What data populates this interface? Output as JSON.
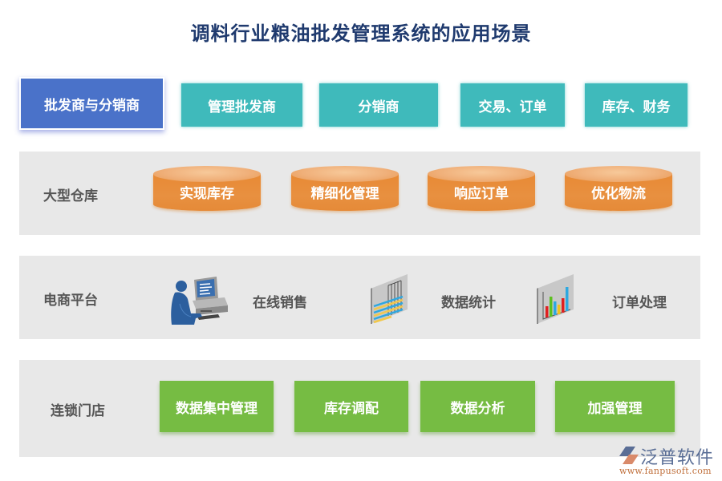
{
  "title": "调料行业粮油批发管理系统的应用场景",
  "top_row": {
    "primary": "批发商与分销商",
    "tabs": [
      "管理批发商",
      "分销商",
      "交易、订单",
      "库存、财务"
    ]
  },
  "warehouse_row": {
    "label": "大型仓库",
    "items": [
      "实现库存",
      "精细化管理",
      "响应订单",
      "优化物流"
    ]
  },
  "ecommerce_row": {
    "label": "电商平台",
    "items": [
      {
        "icon": "person-computer-icon",
        "text": "在线销售"
      },
      {
        "icon": "data-grid-icon",
        "text": "数据统计"
      },
      {
        "icon": "bar-chart-icon",
        "text": "订单处理"
      }
    ]
  },
  "chain_row": {
    "label": "连锁门店",
    "items": [
      "数据集中管理",
      "库存调配",
      "数据分析",
      "加强管理"
    ]
  },
  "colors": {
    "title": "#1f3a6e",
    "primary_tab": "#4a72c9",
    "teal_tab": "#3fbabb",
    "cylinder": "#e88a35",
    "green_box": "#76bc43",
    "panel_bg": "#e8e8e8",
    "row_label": "#555555"
  },
  "logo": {
    "name": "泛普软件",
    "url": "www.fanpusoft.com"
  }
}
